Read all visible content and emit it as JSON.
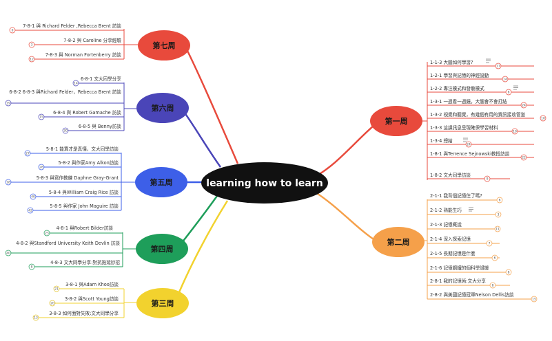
{
  "center": {
    "title": "learning how to learn",
    "color": "#111111"
  },
  "branches": {
    "week1": {
      "label": "第一周",
      "color": "#e84a3c",
      "items": [
        {
          "text": "1-1-3 大腦如何學習?",
          "badge": "17"
        },
        {
          "text": "1-2-1 學習與記憶的神經設動",
          "badge": "14"
        },
        {
          "text": "1-2-2 專注模式和發散模式",
          "badge": "8"
        },
        {
          "text": "1-3-1 一週看一週鏡，大腦會不會打結",
          "badge": "24"
        },
        {
          "text": "1-3-2 視覺和聽覺，有幾個有用的資訊接收管道",
          "badge": "10"
        },
        {
          "text": "1-3-3 這課訊息呈現確保學習材料",
          "badge": "19"
        },
        {
          "text": "1-3-4 總結",
          "badge": "24"
        },
        {
          "text": "1-8-1 與Terrence Sejnowski教授訪談",
          "badge": "22"
        },
        {
          "text": "1-8-2 文大同學訪談",
          "badge": "9"
        }
      ]
    },
    "week2": {
      "label": "第二周",
      "color": "#f5a04a",
      "items": [
        {
          "text": "2-1-1 我背個記憶住了嗎?",
          "badge": "6"
        },
        {
          "text": "2-1-2 熟能生巧",
          "badge": "3"
        },
        {
          "text": "2-1-3 記憶概說",
          "badge": "11"
        },
        {
          "text": "2-1-4 深入探索記憶",
          "badge": "7"
        },
        {
          "text": "2-1-5 長期記憶是什麼",
          "badge": "6"
        },
        {
          "text": "2-1-6 記憶鋼鐵的個科學證據",
          "badge": "8"
        },
        {
          "text": "2-8-1 我的記憶術:文大分享",
          "badge": "8"
        },
        {
          "text": "2-8-2 與美國記憶冠軍Nelson Dellis訪談",
          "badge": "15"
        }
      ]
    },
    "week3": {
      "label": "第三周",
      "color": "#f2d22e",
      "items": [
        {
          "text": "3-8-1 與Adam Khoo訪談",
          "badge": "21"
        },
        {
          "text": "3-8-2 與Scott Young訪談",
          "badge": "20"
        },
        {
          "text": "3-8-3 如何面對失敗:文大同學分享",
          "badge": "13"
        }
      ]
    },
    "week4": {
      "label": "第四周",
      "color": "#1e9e5a",
      "items": [
        {
          "text": "4-8-1 與Robert Bilder訪談",
          "badge": "25"
        },
        {
          "text": "4-8-2 與Standford University Keith Devlin 訪談",
          "badge": "40"
        },
        {
          "text": "4-8-3 文大同學分享:對抗拖延妙招",
          "badge": "8"
        }
      ]
    },
    "week5": {
      "label": "第五周",
      "color": "#3d5fe8",
      "items": [
        {
          "text": "5-8-1 能算才是真懂，文大同學訪談",
          "badge": "27"
        },
        {
          "text": "5-8-2 與作家Amy Alkon訪談",
          "badge": "28"
        },
        {
          "text": "5-8-3 與寫作教練 Daphne Gray-Grant",
          "badge": "18"
        },
        {
          "text": "5-8-4 與William Craig Rice 訪談",
          "badge": "40"
        },
        {
          "text": "5-8-5 與作家 John Maguire 訪談",
          "badge": "42"
        }
      ]
    },
    "week6": {
      "label": "第六周",
      "color": "#4a45b8",
      "items": [
        {
          "text": "6-8-1 文大同學分享",
          "badge": "14"
        },
        {
          "text": "6-8-2 6-8-3 與Richard Felder，Rebecca Brent 訪談",
          "badge": "19"
        },
        {
          "text": "6-8-4 與 Robert Gamache 訪談",
          "badge": "15"
        },
        {
          "text": "6-8-5 與 Benny訪談",
          "badge": "30"
        }
      ]
    },
    "week7": {
      "label": "第七周",
      "color": "#e84a3c",
      "items": [
        {
          "text": "7-8-1 與 Richard Felder ,Rebecca Brent 訪談",
          "badge": "0"
        },
        {
          "text": "7-8-2 與 Caroline 分享經驗",
          "badge": "3"
        },
        {
          "text": "7-8-3 與 Norman Fortenberry 訪談",
          "badge": "12"
        }
      ]
    }
  }
}
